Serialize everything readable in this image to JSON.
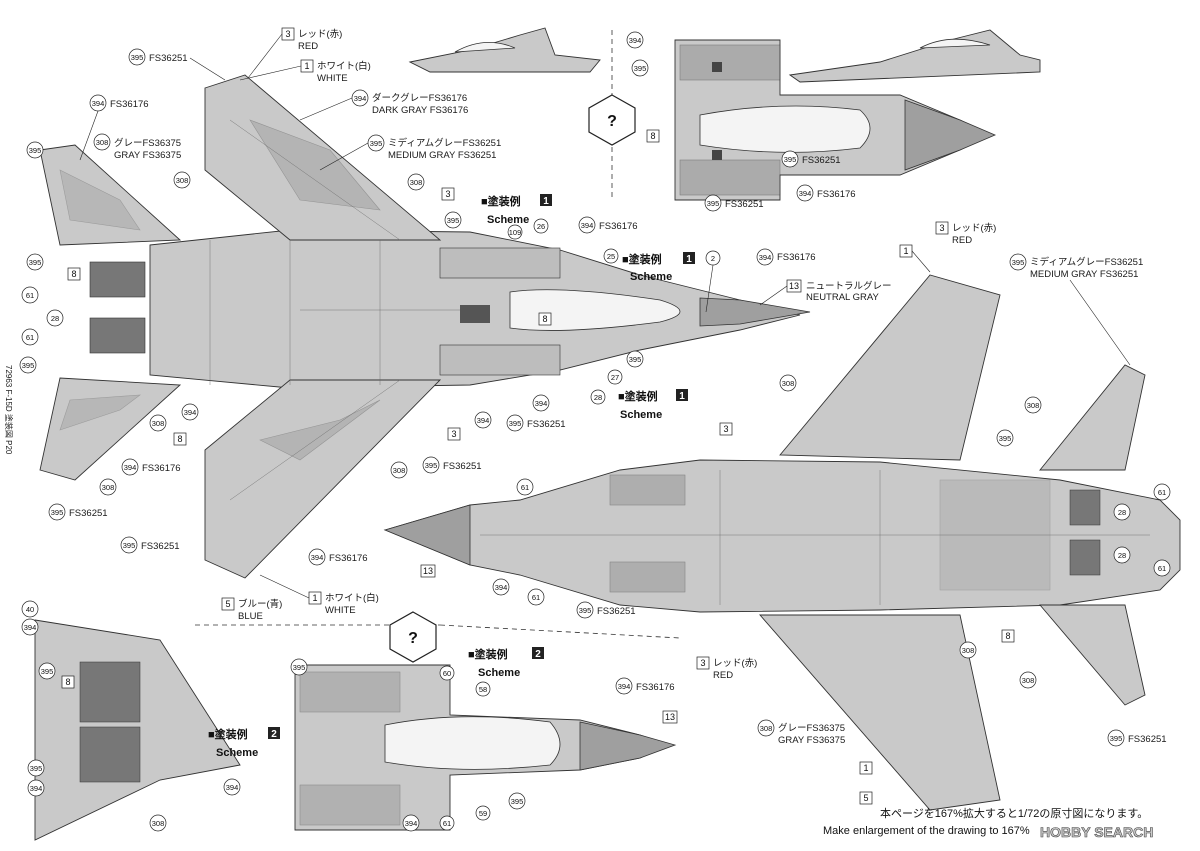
{
  "schemes": {
    "main_top": {
      "label": "■塗装例",
      "num": "1",
      "sub": "Scheme"
    },
    "nose_top": {
      "label": "■塗装例",
      "num": "1",
      "sub": "Scheme"
    },
    "nose_bottom": {
      "label": "■塗装例",
      "num": "1",
      "sub": "Scheme"
    },
    "lower_nose": {
      "label": "■塗装例",
      "num": "2",
      "sub": "Scheme"
    },
    "lower_tail": {
      "label": "■塗装例",
      "num": "2",
      "sub": "Scheme"
    }
  },
  "colors": {
    "red": {
      "num": "3",
      "jp": "レッド(赤)",
      "en": "RED"
    },
    "white": {
      "num": "1",
      "jp": "ホワイト(白)",
      "en": "WHITE"
    },
    "blue": {
      "num": "5",
      "jp": "ブルー(青)",
      "en": "BLUE"
    },
    "neutral_gray": {
      "num": "13",
      "jp": "ニュートラルグレー",
      "en": "NEUTRAL GRAY"
    },
    "dark_gray": {
      "num": "394",
      "jp": "ダークグレーFS36176",
      "en": "DARK GRAY FS36176"
    },
    "medium_gray": {
      "num": "395",
      "jp": "ミディアムグレーFS36251",
      "en": "MEDIUM GRAY FS36251"
    },
    "gray": {
      "num": "308",
      "jp": "グレーFS36375",
      "en": "GRAY FS36375"
    }
  },
  "fs": {
    "f395": "FS36251",
    "f394": "FS36176"
  },
  "nums": {
    "n395": "395",
    "n394": "394",
    "n308": "308",
    "n61": "61",
    "n28": "28",
    "n8": "8",
    "n3": "3",
    "n1": "1",
    "n5": "5",
    "n13": "13",
    "n40": "40"
  },
  "circles": {
    "c109": "109",
    "c26": "26",
    "c25": "25",
    "c2": "2",
    "c27": "27",
    "c28": "28",
    "c60": "60",
    "c58": "58",
    "c59": "59",
    "c61": "61"
  },
  "side_text": "72963 F-15D 塗装図 P20",
  "footer": {
    "jp": "本ページを167%拡大すると1/72の原寸図になります。",
    "en": "Make enlargement of the drawing to 167%"
  },
  "watermark": "HOBBY SEARCH",
  "accent": "#222222"
}
